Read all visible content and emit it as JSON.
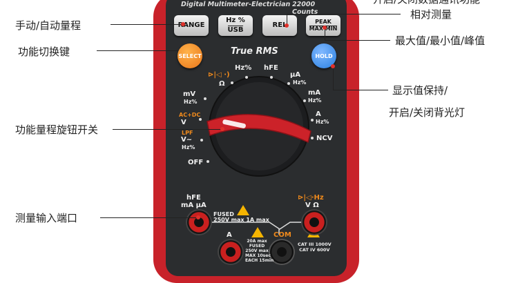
{
  "callouts": {
    "manual_auto_range": "手动/自动量程",
    "function_switch_key": "功能切换键",
    "function_range_knob": "功能量程旋钮开关",
    "measure_input_ports": "测量输入端口",
    "top_partial": "开启/关闭数据通讯功能",
    "relative_measure": "相对测量",
    "max_min_peak": "最大值/最小值/峰值",
    "display_hold_line1": "显示值保持/",
    "display_hold_line2": "开启/关闭背光灯"
  },
  "meter": {
    "header_left": "Digital Multimeter-Electrician",
    "header_right": "22000 Counts",
    "buttons": {
      "range": "RANGE",
      "hz_line1": "Hz %",
      "hz_line2": "USB",
      "rel": "REL",
      "peak_line1": "PEAK",
      "peak_line2": "MAX MIN",
      "select": "SELECT",
      "hold": "HOLD"
    },
    "true_rms": "True RMS",
    "dial": {
      "ohm": "Ω",
      "hz_pct": "Hz%",
      "hfe": "hFE",
      "ua": "μA",
      "ua_hz": "Hz%",
      "mv": "mV",
      "mv_hz": "Hz%",
      "ma": "mA",
      "ma_hz": "Hz%",
      "acdc": "AC+DC",
      "v_dc": "V",
      "a": "A",
      "a_hz": "Hz%",
      "lpf": "LPF",
      "v_ac": "V~",
      "v_ac_hz": "Hz%",
      "ncv": "NCV",
      "off": "OFF"
    },
    "ports": {
      "hfe_ma_ua_line1": "hFE",
      "hfe_ma_ua_line2": "mA μA",
      "v_ohm_label": "V Ω",
      "fused_line1": "FUSED",
      "fused_line2": "250V max 1A max",
      "a": "A",
      "com": "COM",
      "a_fuse_line1": "20A max",
      "a_fuse_line2": "FUSED",
      "a_fuse_line3": "250V max",
      "a_fuse_line4": "MAX 10sec",
      "a_fuse_line5": "EACH 15min",
      "cat_line1": "CAT III 1000V",
      "cat_line2": "CAT IV 600V"
    }
  },
  "colors": {
    "body_red": "#c8222a",
    "face_dark": "#2b2d2f",
    "select_orange": "#f08a1c",
    "hold_blue": "#2a7fe0",
    "callout_dot": "#e0302a"
  }
}
